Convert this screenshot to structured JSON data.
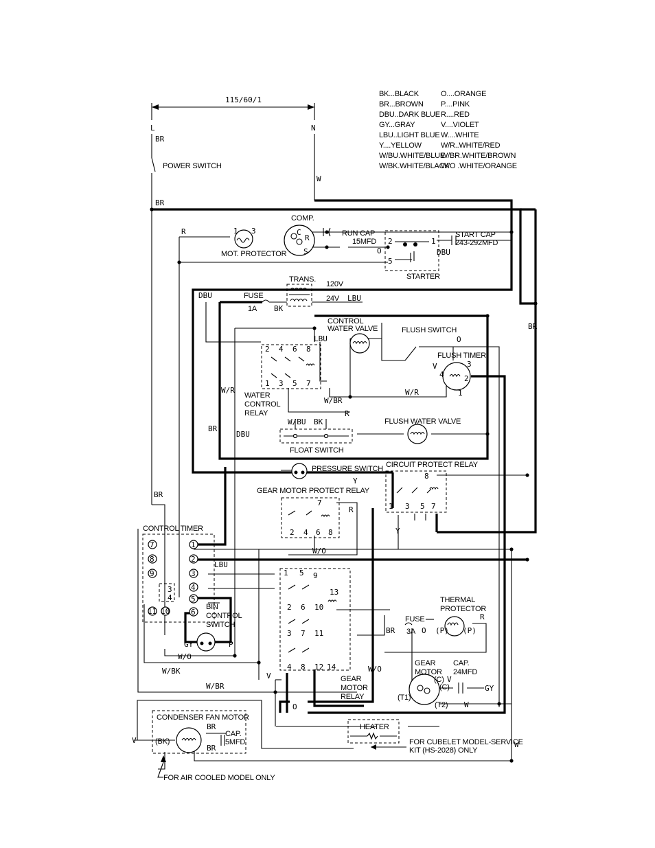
{
  "supply": {
    "voltage": "115/60/1",
    "line": "L",
    "neutral": "N"
  },
  "legend": [
    [
      "BK...BLACK",
      "O....ORANGE"
    ],
    [
      "BR...BROWN",
      "P....PINK"
    ],
    [
      "DBU..DARK BLUE",
      "R....RED"
    ],
    [
      "GY...GRAY",
      "V....VIOLET"
    ],
    [
      "LBU..LIGHT BLUE",
      "W....WHITE"
    ],
    [
      "Y....YELLOW",
      "W/R..WHITE/RED"
    ],
    [
      "W/BU.WHITE/BLUE",
      "W/BR.WHITE/BROWN"
    ],
    [
      "W/BK.WHITE/BLACK",
      "W/O .WHITE/ORANGE"
    ]
  ],
  "components": {
    "power_switch": "POWER SWITCH",
    "comp": "COMP.",
    "mot_protector": "MOT. PROTECTOR",
    "run_cap": "RUN CAP",
    "run_cap_val": "15MFD",
    "start_cap": "START CAP",
    "start_cap_val": "243-292MFD",
    "starter": "STARTER",
    "trans": "TRANS.",
    "v120": "120V",
    "v24": "24V",
    "fuse": "FUSE",
    "fuse_1a": "1A",
    "control_water_valve_1": "CONTROL",
    "control_water_valve_2": "WATER VALVE",
    "flush_switch": "FLUSH SWITCH",
    "flush_timer": "FLUSH TIMER",
    "water_control_relay_1": "WATER",
    "water_control_relay_2": "CONTROL",
    "water_control_relay_3": "RELAY",
    "float_switch": "FLOAT SWITCH",
    "flush_water_valve": "FLUSH WATER VALVE",
    "pressure_switch": "PRESSURE SWITCH",
    "circuit_protect_relay": "CIRCUIT PROTECT RELAY",
    "gear_motor_protect_relay": "GEAR MOTOR PROTECT RELAY",
    "control_timer": "CONTROL TIMER",
    "bin_control_switch_1": "BIN",
    "bin_control_switch_2": "CONTROL",
    "bin_control_switch_3": "SWITCH",
    "thermal_protector_1": "THERMAL",
    "thermal_protector_2": "PROTECTOR",
    "fuse_3a": "3A",
    "gear_motor_1": "GEAR",
    "gear_motor_2": "MOTOR",
    "cap": "CAP.",
    "cap_val": "24MFD",
    "gear_motor_relay_1": "GEAR",
    "gear_motor_relay_2": "MOTOR",
    "gear_motor_relay_3": "RELAY",
    "condenser_fan_motor": "CONDENSER FAN MOTOR",
    "cap_5": "CAP.",
    "cap_5_val": "5MFD",
    "heater": "HEATER",
    "cubelet_note_1": "FOR CUBELET MODEL-SERVICE",
    "cubelet_note_2": "KIT (HS-2028) ONLY",
    "air_cooled_note": "FOR AIR COOLED MODEL ONLY"
  },
  "wire_labels": {
    "br": "BR",
    "w": "W",
    "r": "R",
    "o": "O",
    "dbu": "DBU",
    "bk": "BK",
    "lbu": "LBU",
    "wr": "W/R",
    "wbr": "W/BR",
    "wbu": "W/BU",
    "v": "V",
    "y": "Y",
    "wo": "W/O",
    "wbk": "W/BK",
    "gy": "GY",
    "p": "P"
  },
  "terminals": {
    "c": "C",
    "r": "R",
    "s": "S",
    "n1": "1",
    "n2": "2",
    "n3": "3",
    "n4": "4",
    "n5": "5",
    "n6": "6",
    "n7": "7",
    "n8": "8",
    "n9": "9",
    "n10": "10",
    "n11": "11",
    "n12": "12",
    "n13": "13",
    "n14": "14",
    "c_term": "(C)",
    "p_term": "(P)",
    "t1": "(T1)",
    "t2": "(T2)",
    "bk_term": "(BK)"
  },
  "control_timer_terminals": [
    "7",
    "8",
    "9",
    "10",
    "11",
    "1",
    "2",
    "3",
    "4",
    "5",
    "6"
  ]
}
